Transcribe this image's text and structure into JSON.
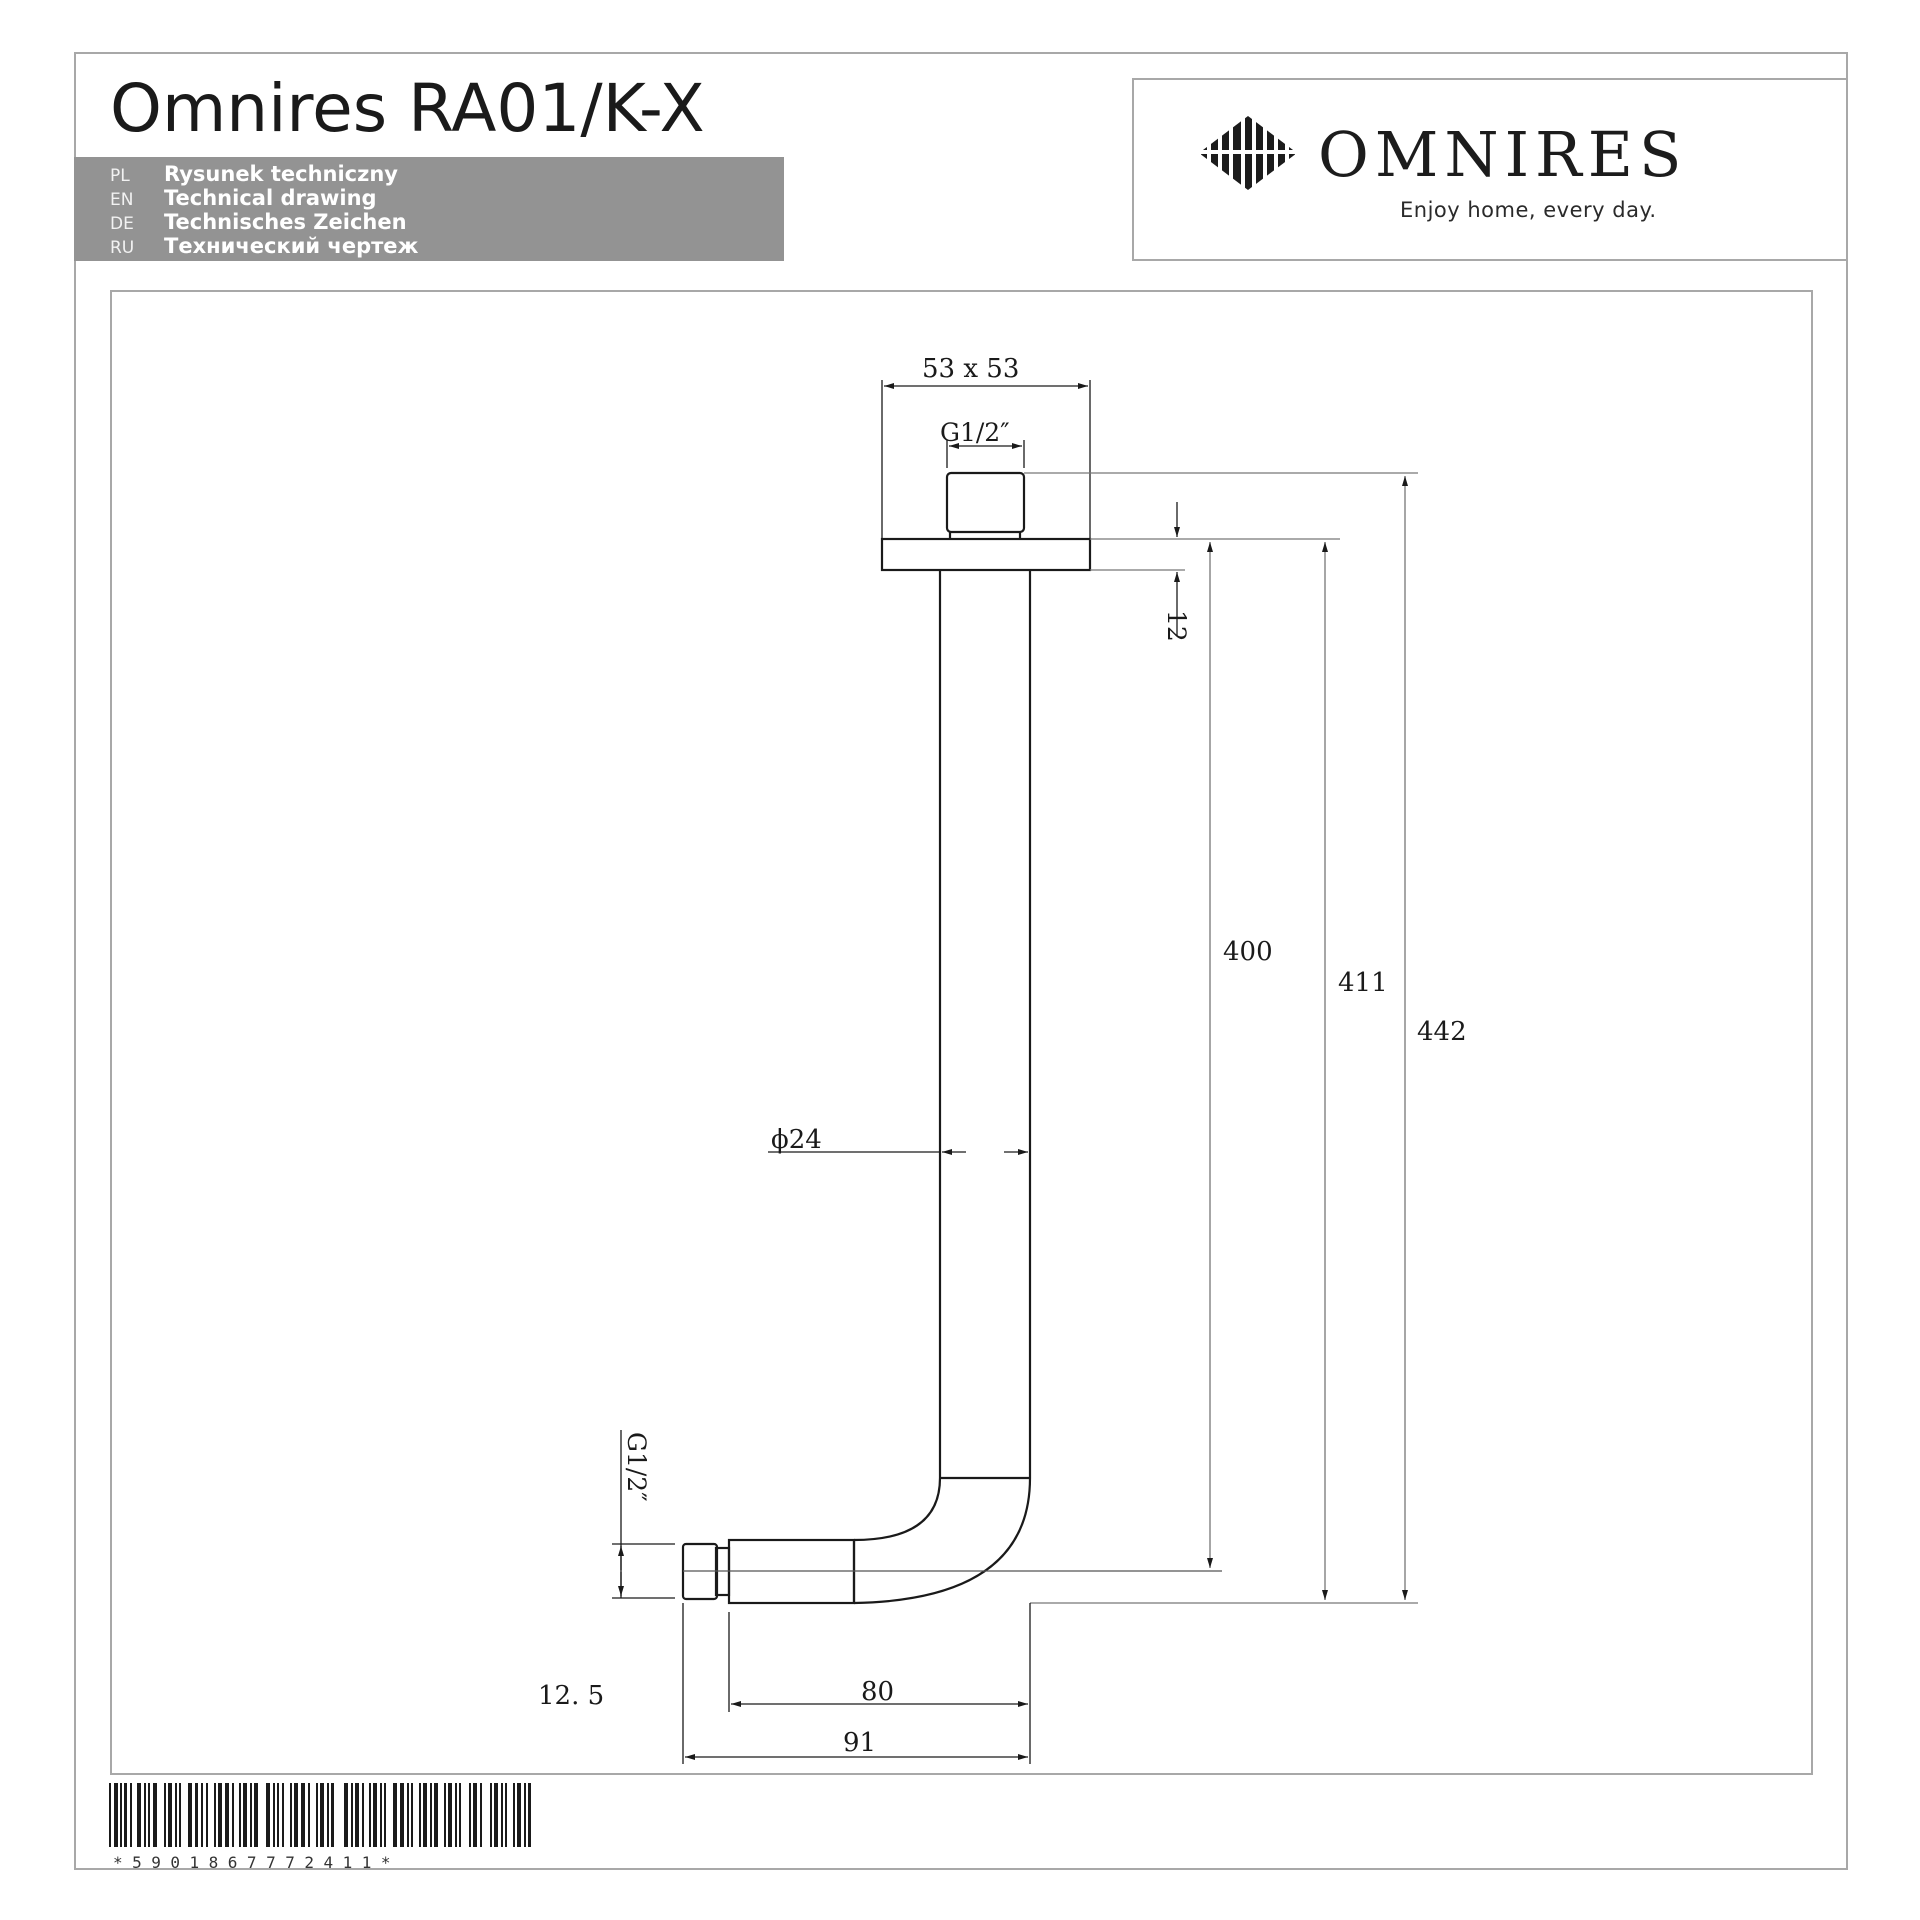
{
  "header": {
    "title": "Omnires RA01/K-X",
    "languages": [
      {
        "code": "PL",
        "label": "Rysunek techniczny"
      },
      {
        "code": "EN",
        "label": "Technical drawing"
      },
      {
        "code": "DE",
        "label": "Technisches Zeichen"
      },
      {
        "code": "RU",
        "label": "Технический чертеж"
      }
    ],
    "langbar_color": "#939393"
  },
  "logo": {
    "icon": "omnires-diamond-logo-icon",
    "brand": "OMNIRES",
    "tagline": "Enjoy home, every day."
  },
  "drawing": {
    "part": "ceiling shower arm with square flange",
    "dimensions": {
      "flange_size": "53 x 53",
      "top_thread": "G1/2″",
      "flange_thickness": "12",
      "length_400": "400",
      "length_411": "411",
      "length_442": "442",
      "pipe_diameter": "ϕ24",
      "outlet_thread": "G1/2″",
      "outlet_offset": "12. 5",
      "reach_80": "80",
      "reach_91": "91"
    }
  },
  "footer": {
    "barcode_text": "*5901867772411*",
    "barcode_number": "5901867772411"
  }
}
